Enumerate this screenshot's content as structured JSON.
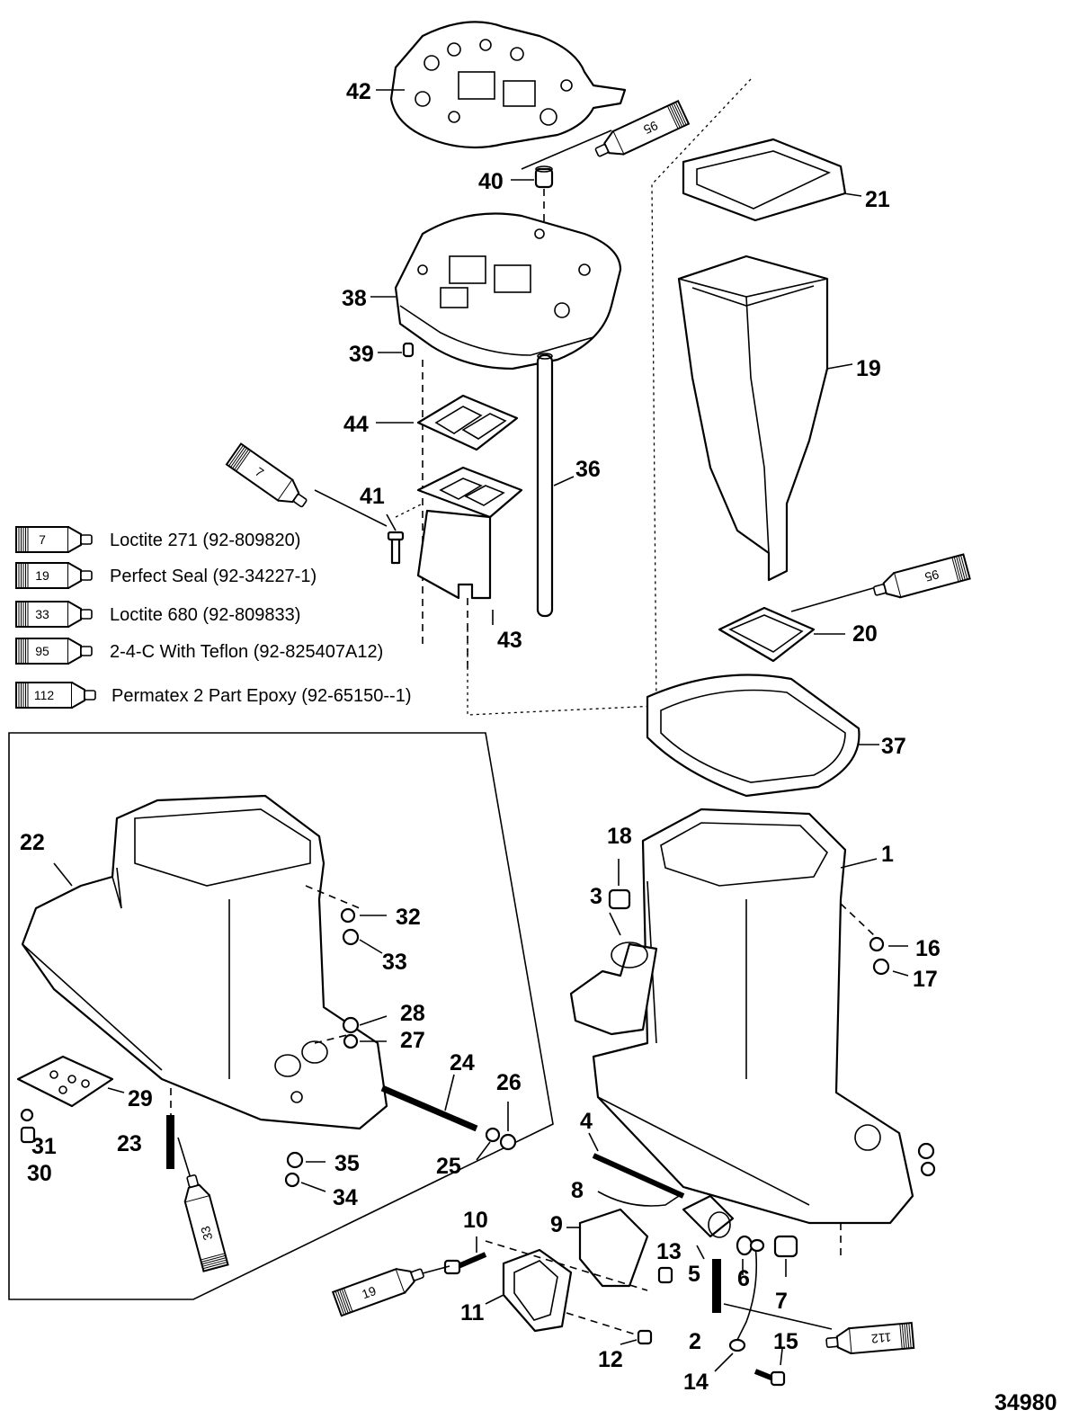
{
  "diagram_number": "34980",
  "legend": [
    {
      "code": "7",
      "text": "Loctite 271 (92-809820)"
    },
    {
      "code": "19",
      "text": "Perfect Seal (92-34227-1)"
    },
    {
      "code": "33",
      "text": "Loctite 680 (92-809833)"
    },
    {
      "code": "95",
      "text": "2-4-C With Teflon (92-825407A12)"
    },
    {
      "code": "112",
      "text": "Permatex 2 Part Epoxy (92-65150--1)"
    }
  ],
  "callouts": [
    "42",
    "40",
    "38",
    "39",
    "44",
    "41",
    "43",
    "36",
    "21",
    "19",
    "20",
    "37",
    "22",
    "32",
    "33",
    "28",
    "27",
    "29",
    "24",
    "26",
    "31",
    "30",
    "23",
    "25",
    "35",
    "34",
    "18",
    "3",
    "1",
    "16",
    "17",
    "4",
    "8",
    "9",
    "10",
    "11",
    "13",
    "5",
    "6",
    "7",
    "2",
    "12",
    "14",
    "15"
  ],
  "tubes": [
    "95",
    "7",
    "95",
    "33",
    "19",
    "112"
  ]
}
